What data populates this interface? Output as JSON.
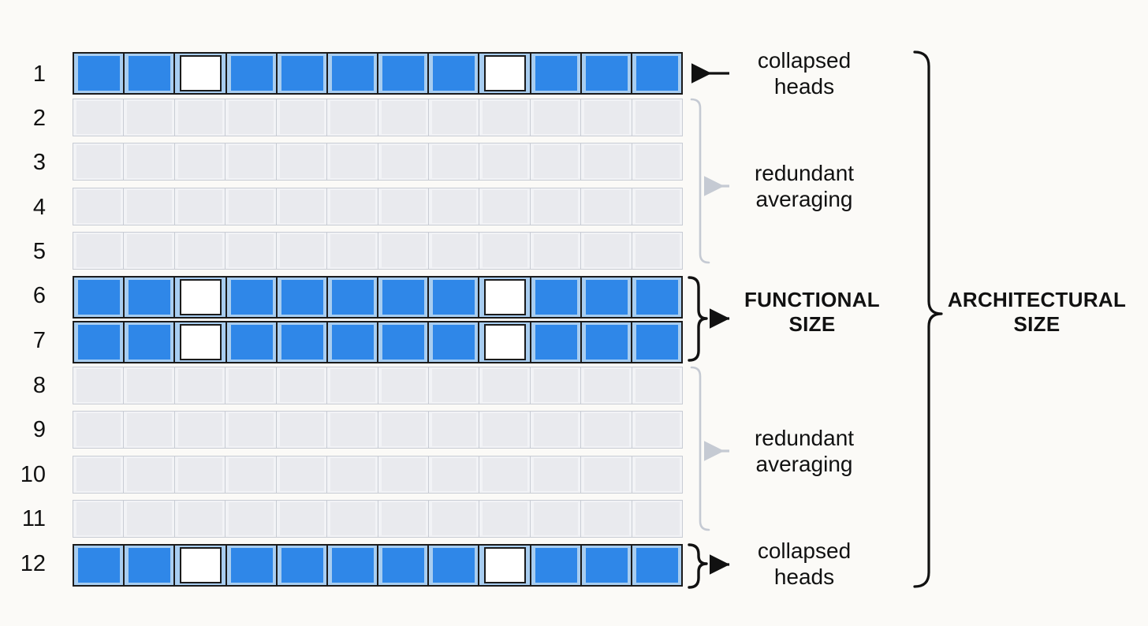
{
  "figure": {
    "background_color": "#fbfaf7",
    "title": "",
    "rows_total": 12,
    "cells_per_row": 12,
    "active_color": "#2f87e8",
    "active_border_color": "#1b1b1b",
    "inactive_color": "#e9eaee",
    "inactive_border_color": "#c8ccd4",
    "white_cell_color": "#ffffff",
    "arrow_black": "#111111",
    "arrow_gray": "#c5cad3"
  },
  "rows": [
    {
      "number": "1",
      "state": "active",
      "white_cells": [
        3,
        9
      ]
    },
    {
      "number": "2",
      "state": "inactive",
      "white_cells": []
    },
    {
      "number": "3",
      "state": "inactive",
      "white_cells": []
    },
    {
      "number": "4",
      "state": "inactive",
      "white_cells": []
    },
    {
      "number": "5",
      "state": "inactive",
      "white_cells": []
    },
    {
      "number": "6",
      "state": "active",
      "white_cells": [
        3,
        9
      ]
    },
    {
      "number": "7",
      "state": "active",
      "white_cells": [
        3,
        9
      ]
    },
    {
      "number": "8",
      "state": "inactive",
      "white_cells": []
    },
    {
      "number": "9",
      "state": "inactive",
      "white_cells": []
    },
    {
      "number": "10",
      "state": "inactive",
      "white_cells": []
    },
    {
      "number": "11",
      "state": "inactive",
      "white_cells": []
    },
    {
      "number": "12",
      "state": "active",
      "white_cells": [
        3,
        9
      ]
    }
  ],
  "annotations": {
    "collapsed_heads_top": {
      "line1": "collapsed",
      "line2": "heads",
      "rows": "1",
      "arrow": "black",
      "brace": "none"
    },
    "redundant_averaging_top": {
      "line1": "redundant",
      "line2": "averaging",
      "rows": "2-5",
      "arrow": "gray",
      "brace": "gray"
    },
    "functional_size": {
      "line1": "FUNCTIONAL",
      "line2": "SIZE",
      "rows": "6-7",
      "arrow": "black",
      "brace": "black"
    },
    "redundant_averaging_bottom": {
      "line1": "redundant",
      "line2": "averaging",
      "rows": "8-11",
      "arrow": "gray",
      "brace": "gray"
    },
    "collapsed_heads_bottom": {
      "line1": "collapsed",
      "line2": "heads",
      "rows": "12",
      "arrow": "black",
      "brace": "black"
    },
    "architectural_size": {
      "line1": "ARCHITECTURAL",
      "line2": "SIZE",
      "rows": "1-12",
      "arrow": "none",
      "brace": "black"
    }
  }
}
